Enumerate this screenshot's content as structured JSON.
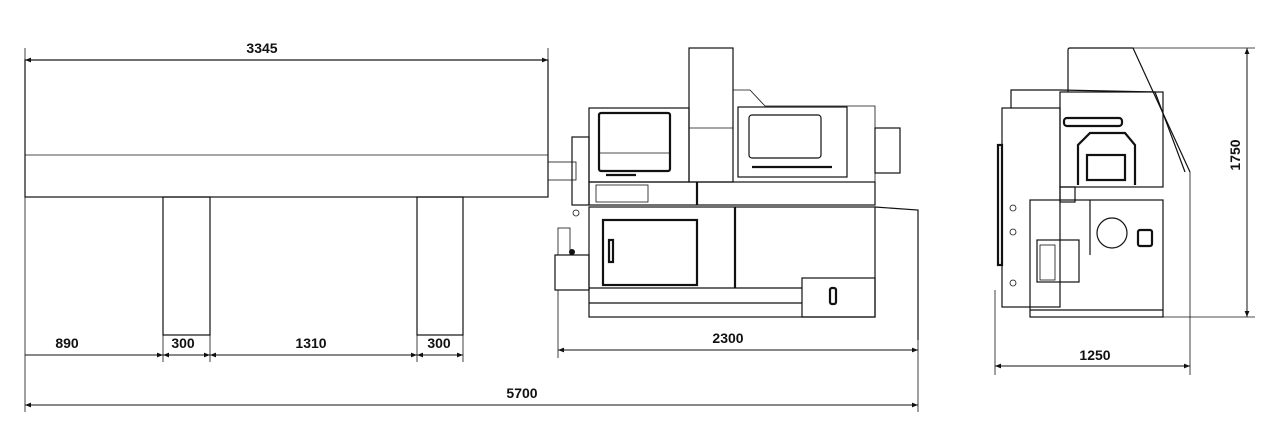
{
  "drawing": {
    "units": "mm",
    "dimensions": {
      "bar_feeder_length": "3345",
      "leg_offset_left": "890",
      "leg_width_1": "300",
      "leg_spacing": "1310",
      "leg_width_2": "300",
      "machine_length": "2300",
      "total_length": "5700",
      "machine_depth": "1250",
      "machine_height": "1750"
    }
  }
}
